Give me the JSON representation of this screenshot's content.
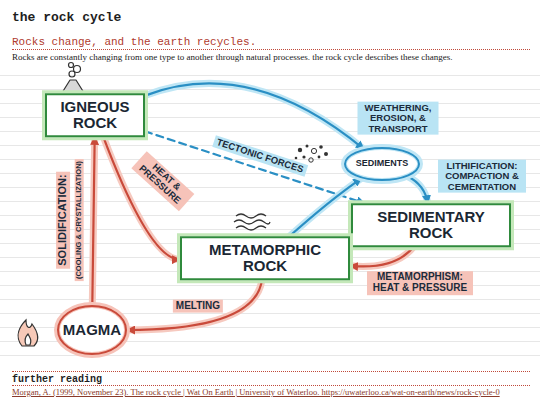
{
  "diagram": {
    "title": "the rock cycle",
    "nodes": [
      {
        "text": [
          "IGNEOUS ROCK"
        ]
      },
      {
        "text": [
          "SEDIMENTS"
        ]
      },
      {
        "text": [
          "SEDIMENTARY ROCK"
        ]
      },
      {
        "text": [
          "METAMORPHIC ROCK"
        ]
      },
      {
        "text": [
          "MAGMA"
        ]
      }
    ],
    "edges": [
      {
        "from": 0,
        "to": 1,
        "label": "WEATHERING, EROSION, & TRANSPORT",
        "arrow": "to"
      },
      {
        "from": 1,
        "to": 2,
        "label": "LITHIFICATION: COMPACTION & CEMENTATION",
        "arrow": "to"
      },
      {
        "from": 0,
        "to": 2,
        "label": "TECTONIC FORCES",
        "arrow": "to"
      },
      {
        "from": 0,
        "to": 3,
        "label": "HEAT & PRESSURE",
        "arrow": "to"
      },
      {
        "from": 3,
        "to": 1,
        "arrow": "to"
      },
      {
        "from": 2,
        "to": 3,
        "label": "METAMORPHISM: HEAT & PRESSURE",
        "arrow": "to"
      },
      {
        "from": 3,
        "to": 4,
        "label": "MELTING",
        "arrow": "to"
      },
      {
        "from": 4,
        "to": 0,
        "label": "SOLIDIFICATION:",
        "arrow": "to"
      }
    ],
    "labels": [
      "Rocks change, and the earth recycles.",
      "Rocks are constantly changing from one type to another through natural processes. the rock cycle describes these changes.",
      "(COOLING & CRYSTALLIZATION)",
      "further reading",
      "Morgan, A. (1999, November 23). The rock cycle | Wat On Earth | University of Waterloo. https://uwaterloo.ca/wat-on-earth/news/rock-cycle-0"
    ]
  }
}
